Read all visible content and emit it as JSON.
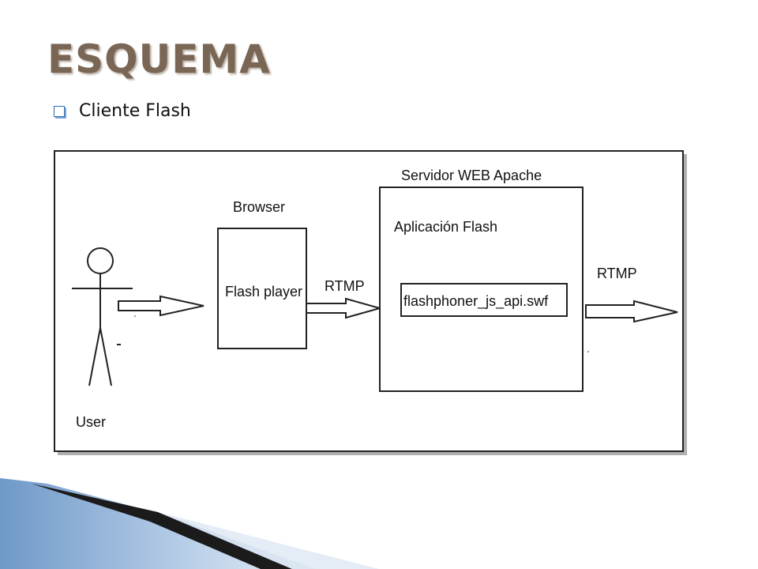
{
  "slide": {
    "title": "ESQUEMA",
    "bullet": "Cliente Flash",
    "title_color": "#7a6655",
    "accent_color": "#2e6db5"
  },
  "diagram": {
    "user_label": "User",
    "browser_label": "Browser",
    "flash_player_label": "Flash player",
    "rtmp_label_1": "RTMP",
    "server_label": "Servidor WEB Apache",
    "app_label": "Aplicación Flash",
    "swf_label": "flashphoner_js_api.swf",
    "rtmp_label_2": "RTMP"
  }
}
